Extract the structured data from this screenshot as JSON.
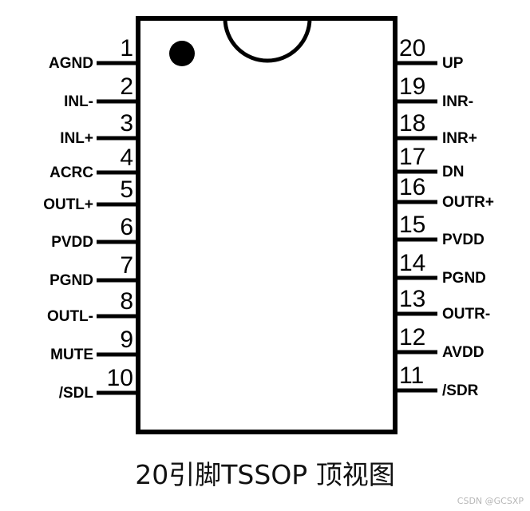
{
  "pins_left": [
    {
      "num": "1",
      "label": "AGND"
    },
    {
      "num": "2",
      "label": "INL-"
    },
    {
      "num": "3",
      "label": "INL+"
    },
    {
      "num": "4",
      "label": "ACRC"
    },
    {
      "num": "5",
      "label": "OUTL+"
    },
    {
      "num": "6",
      "label": "PVDD"
    },
    {
      "num": "7",
      "label": "PGND"
    },
    {
      "num": "8",
      "label": "OUTL-"
    },
    {
      "num": "9",
      "label": "MUTE"
    },
    {
      "num": "10",
      "label": "/SDL"
    }
  ],
  "pins_right": [
    {
      "num": "20",
      "label": "UP"
    },
    {
      "num": "19",
      "label": "INR-"
    },
    {
      "num": "18",
      "label": "INR+"
    },
    {
      "num": "17",
      "label": "DN"
    },
    {
      "num": "16",
      "label": "OUTR+"
    },
    {
      "num": "15",
      "label": "PVDD"
    },
    {
      "num": "14",
      "label": "PGND"
    },
    {
      "num": "13",
      "label": "OUTR-"
    },
    {
      "num": "12",
      "label": "AVDD"
    },
    {
      "num": "11",
      "label": "/SDR"
    }
  ],
  "caption": "20引脚TSSOP 顶视图",
  "watermark": "CSDN @GCSXP",
  "colors": {
    "outline": "#000000",
    "background": "#ffffff"
  }
}
